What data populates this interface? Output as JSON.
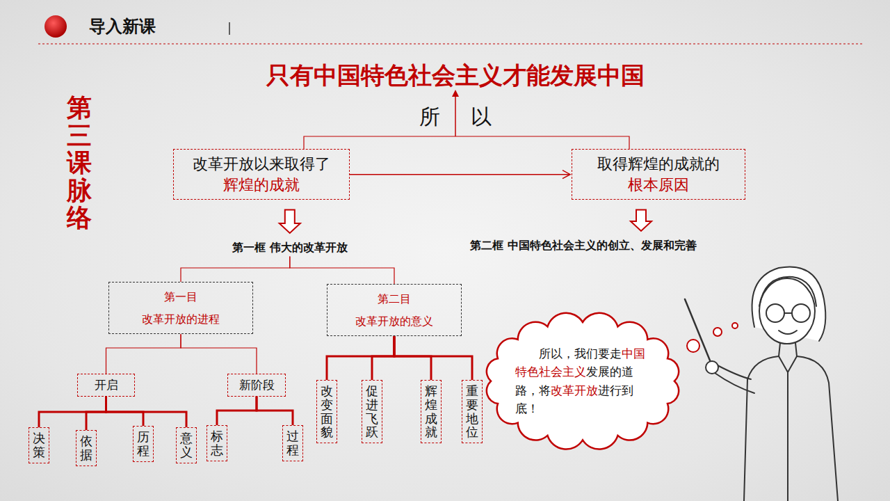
{
  "diagram": {
    "title": "只有中国特色社会主义才能发展中国",
    "nodes": [
      {
        "text": [
          "改革开放以来取得了",
          "辉煌的成就"
        ]
      },
      {
        "text": [
          "取得辉煌的成就的",
          "根本原因"
        ]
      },
      {
        "text": [
          "第一框 伟大的改革开放"
        ]
      },
      {
        "text": [
          "第二框 中国特色社会主义的创立、发展和完善"
        ]
      },
      {
        "text": [
          "第一目",
          "改革开放的进程"
        ]
      },
      {
        "text": [
          "第二目",
          "改革开放的意义"
        ]
      },
      {
        "text": [
          "开启"
        ]
      },
      {
        "text": [
          "新阶段"
        ]
      },
      {
        "text": [
          "决策"
        ]
      },
      {
        "text": [
          "依据"
        ]
      },
      {
        "text": [
          "历程"
        ]
      },
      {
        "text": [
          "意义"
        ]
      },
      {
        "text": [
          "标志"
        ]
      },
      {
        "text": [
          "过程"
        ]
      },
      {
        "text": [
          "改变面貌"
        ]
      },
      {
        "text": [
          "促进飞跃"
        ]
      },
      {
        "text": [
          "辉煌成就"
        ]
      },
      {
        "text": [
          "重要地位"
        ]
      },
      {
        "text": [
          "所以，我们要走",
          "中国特色社会主义",
          "发展的道路，将",
          "改革开放",
          "进行到底！"
        ]
      }
    ],
    "edges": [
      {
        "from": 0,
        "to": 1,
        "arrow": "to"
      },
      {
        "from": 0,
        "to": 2,
        "arrow": "to"
      },
      {
        "from": 1,
        "to": 3,
        "arrow": "to"
      },
      {
        "from": 2,
        "to": 4,
        "arrow": "none"
      },
      {
        "from": 2,
        "to": 5,
        "arrow": "none"
      },
      {
        "from": 4,
        "to": 6,
        "arrow": "none"
      },
      {
        "from": 4,
        "to": 7,
        "arrow": "none"
      },
      {
        "from": 6,
        "to": 8,
        "arrow": "none"
      },
      {
        "from": 6,
        "to": 9,
        "arrow": "none"
      },
      {
        "from": 6,
        "to": 10,
        "arrow": "none"
      },
      {
        "from": 6,
        "to": 11,
        "arrow": "none"
      },
      {
        "from": 7,
        "to": 12,
        "arrow": "none"
      },
      {
        "from": 7,
        "to": 13,
        "arrow": "none"
      },
      {
        "from": 5,
        "to": 14,
        "arrow": "none"
      },
      {
        "from": 5,
        "to": 15,
        "arrow": "none"
      },
      {
        "from": 5,
        "to": 16,
        "arrow": "none"
      },
      {
        "from": 5,
        "to": 17,
        "arrow": "none"
      }
    ],
    "labels": [
      "导入新课",
      "第三课脉络",
      "所 以"
    ]
  }
}
